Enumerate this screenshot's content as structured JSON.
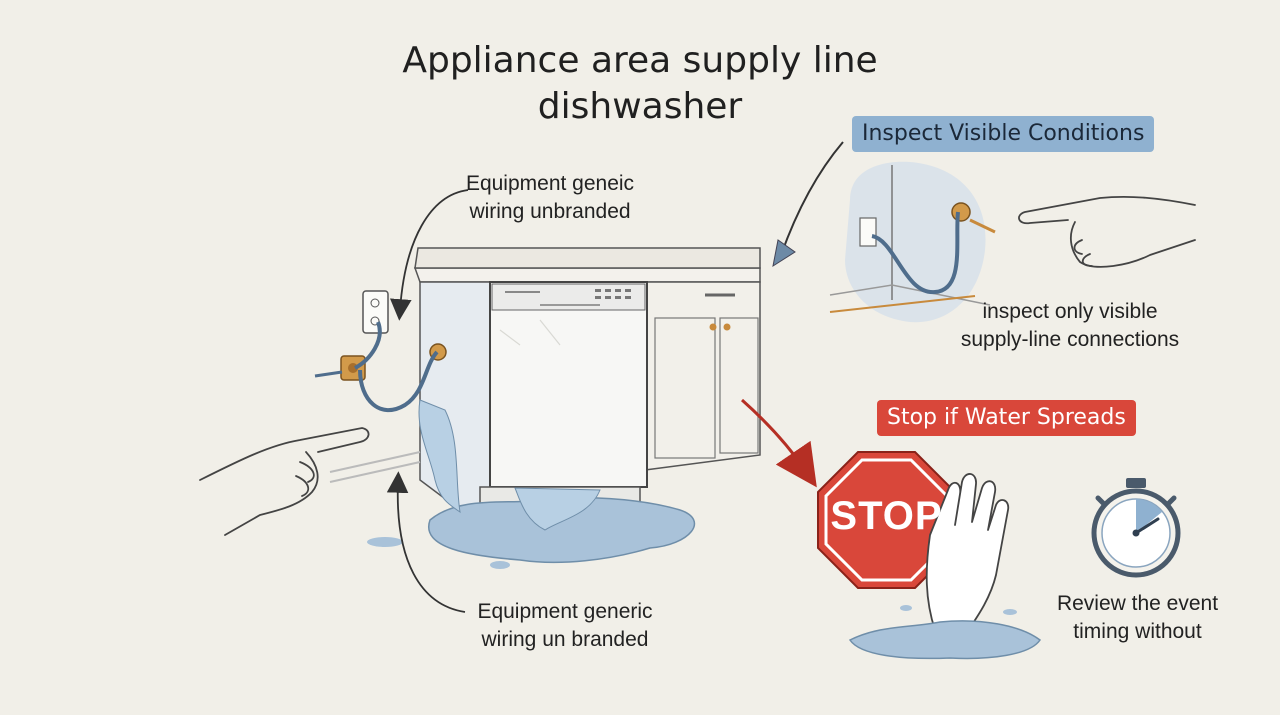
{
  "title": {
    "line1": "Appliance area supply line",
    "line2": "dishwasher"
  },
  "callouts": {
    "top_wiring_line1": "Equipment geneic",
    "top_wiring_line2": "wiring unbranded",
    "bottom_wiring_line1": "Equipment generic",
    "bottom_wiring_line2": "wiring un branded"
  },
  "inspect": {
    "heading": "Inspect Visible Conditions",
    "caption_line1": "inspect only visible",
    "caption_line2": "supply-line connections",
    "heading_color": "#8fb1d0"
  },
  "stop": {
    "heading": "Stop if Water Spreads",
    "sign_text": "STOP",
    "heading_color": "#d9473a"
  },
  "timer": {
    "caption_line1": "Review the event",
    "caption_line2": "timing without"
  },
  "icons": [
    "dishwasher-icon",
    "outlet-icon",
    "supply-valve-icon",
    "pointing-hand-icon",
    "stop-sign-icon",
    "raised-hand-icon",
    "stopwatch-icon",
    "water-puddle-icon"
  ]
}
